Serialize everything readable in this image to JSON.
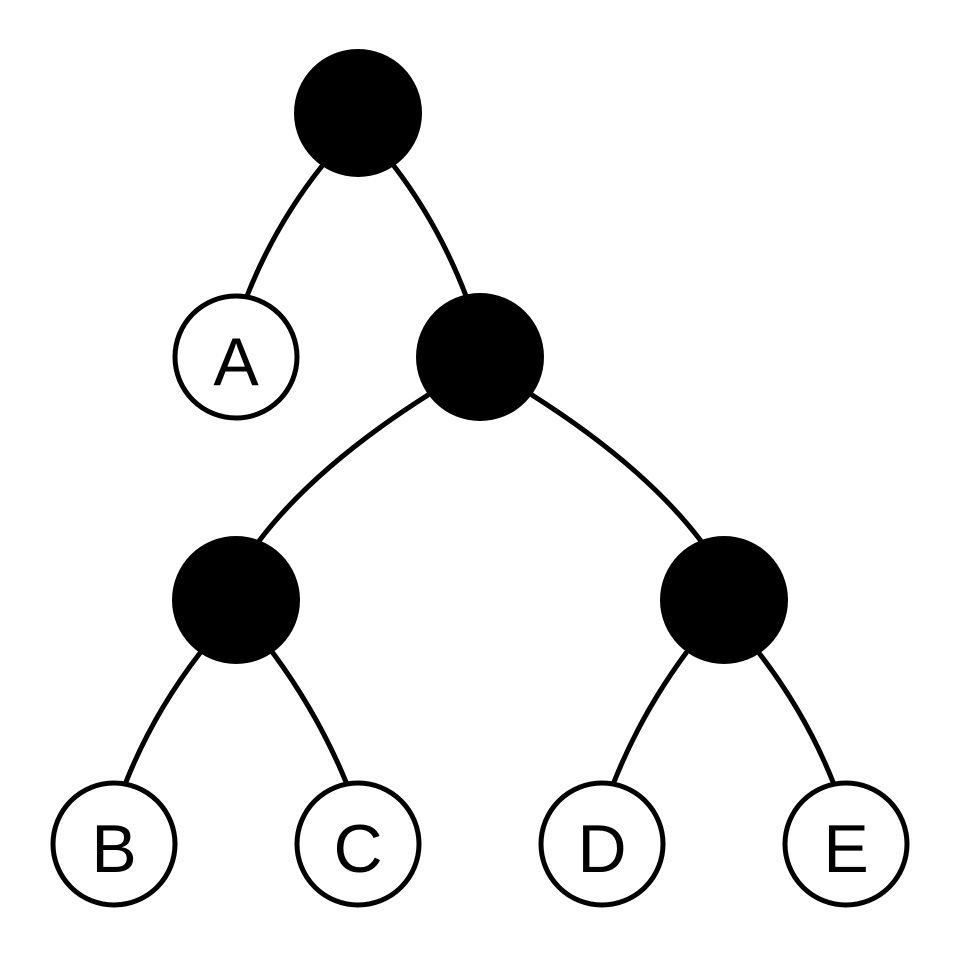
{
  "tree": {
    "colors": {
      "internal_node_fill": "#000000",
      "leaf_fill": "#ffffff",
      "stroke": "#000000"
    },
    "leaves": {
      "a": "A",
      "b": "B",
      "c": "C",
      "d": "D",
      "e": "E"
    },
    "edges": [
      [
        "root",
        "a"
      ],
      [
        "root",
        "n1"
      ],
      [
        "n1",
        "n2"
      ],
      [
        "n1",
        "n3"
      ],
      [
        "n2",
        "b"
      ],
      [
        "n2",
        "c"
      ],
      [
        "n3",
        "d"
      ],
      [
        "n3",
        "e"
      ]
    ]
  }
}
